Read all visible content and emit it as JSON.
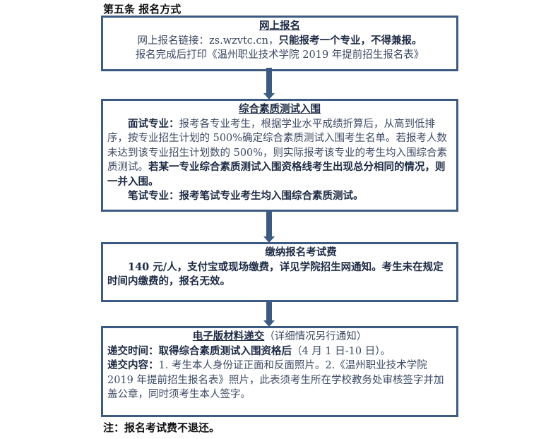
{
  "heading": "第五条  报名方式",
  "box1": {
    "title": "网上报名",
    "line1_prefix": "网上报名链接：zs.wzvtc.cn，",
    "line1_bold": "只能报考一个专业，不得兼报。",
    "line2": "报名完成后打印《温州职业技术学院 2019 年提前招生报名表》"
  },
  "box2": {
    "title": "综合素质测试入围",
    "interview_label": "面试专业：",
    "interview_text": "报考各专业考生，根据学业水平成绩折算后，从高到低排序，按专业招生计划的 500%确定综合素质测试入围考生名单。若报考人数未达到该专业招生计划数的 500%，则实际报考该专业的考生均入围综合素质测试。",
    "interview_bold": "若某一专业综合素质测试入围资格线考生出现总分相同的情况，则一并入围。",
    "written_label": "笔试专业：",
    "written_text": "报考笔试专业考生均入围综合素质测试。"
  },
  "box3": {
    "title": "缴纳报名考试费",
    "text": "140 元/人，支付宝或现场缴费，详见学院招生网通知。考生未在规定时间内缴费的，报名无效。"
  },
  "box4": {
    "title": "电子版材料递交",
    "title_note": "（详细情况另行通知）",
    "time_label": "递交时间：",
    "time_text": "取得综合素质测试入围资格后",
    "time_dates": "（4 月 1 日-10 日）。",
    "content_label": "递交内容：",
    "content_text": "1. 考生本人身份证正面和反面照片。2.《温州职业技术学院 2019 年提前招生报名表》照片，此表须考生所在学校教务处审核签字并加盖公章，同时须考生本人签字。"
  },
  "note": "注：报名考试费不退还。"
}
